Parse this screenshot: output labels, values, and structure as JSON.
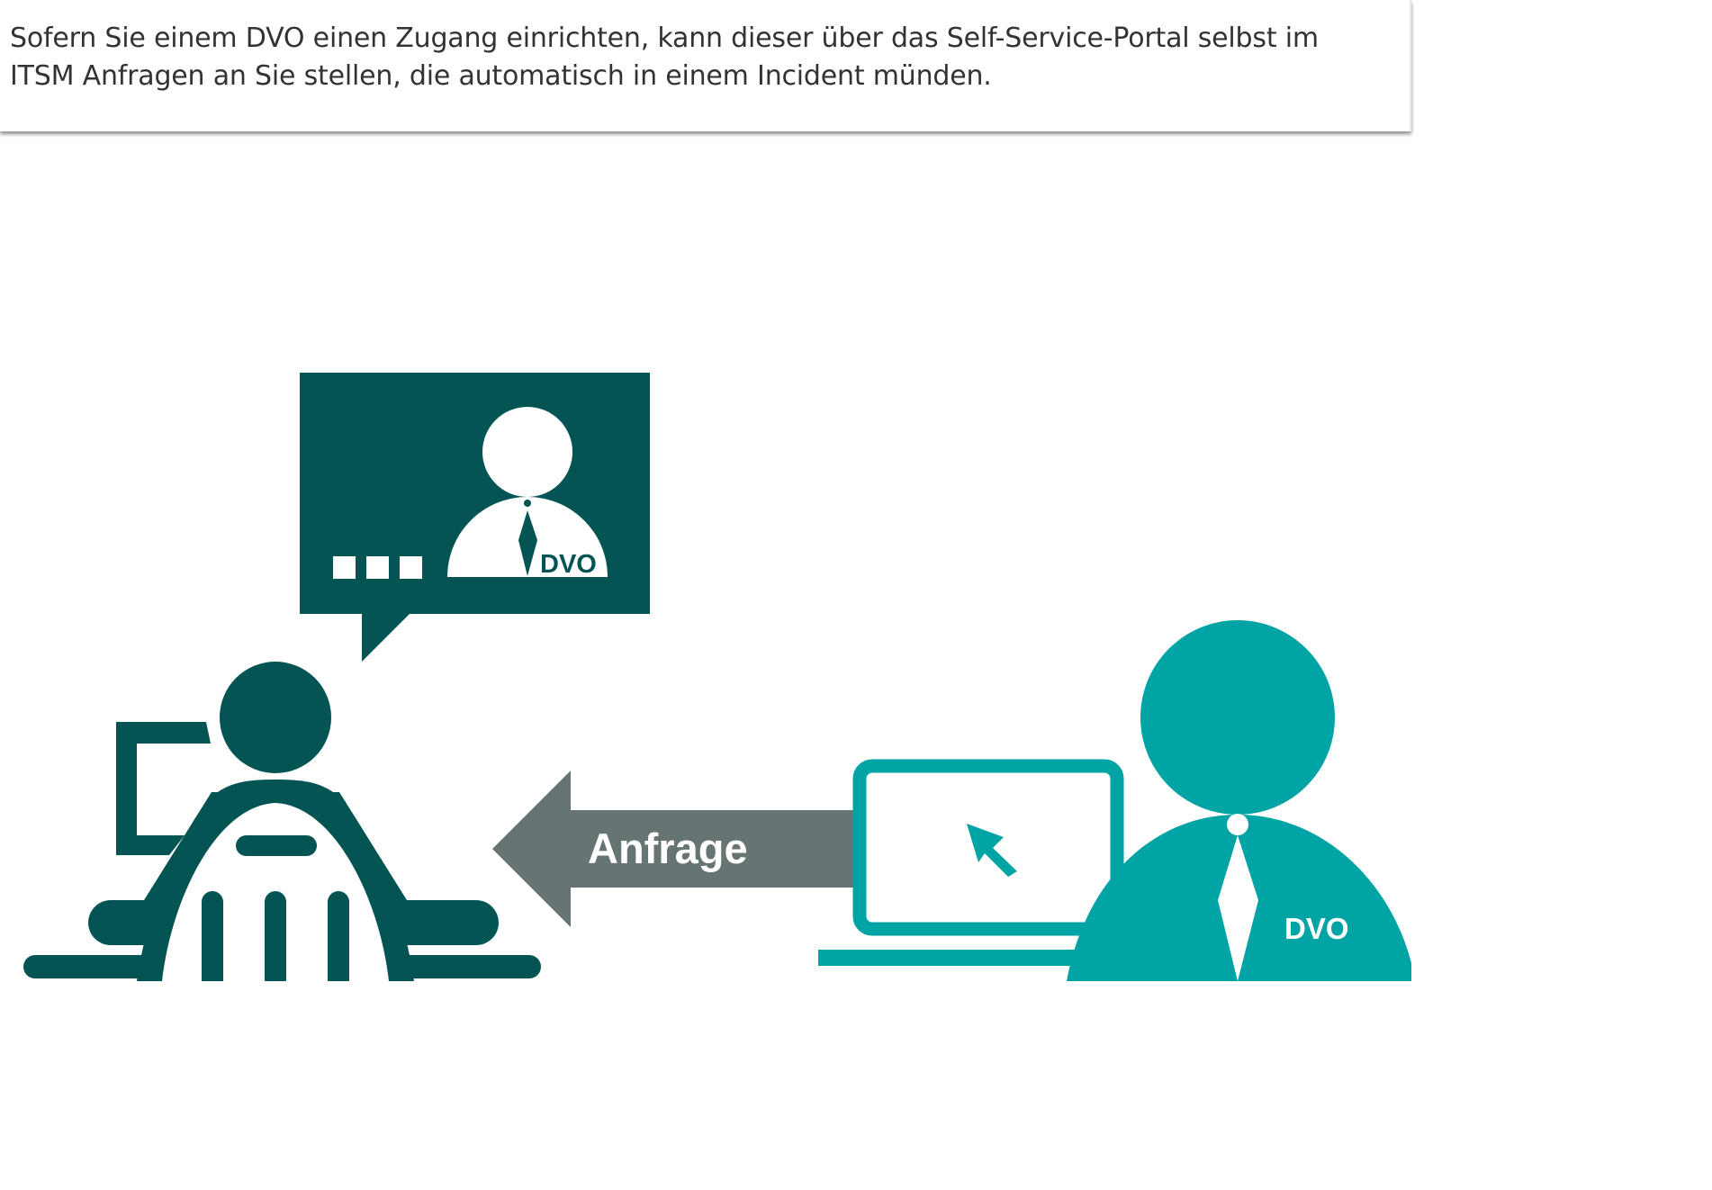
{
  "info": {
    "text": "Sofern Sie einem DVO einen Zugang einrichten, kann dieser über das Self-Service-Portal selbst im ITSM Anfragen an Sie stellen, die automatisch in einem Incident münden."
  },
  "diagram": {
    "arrow_label": "Anfrage",
    "bubble_badge": "DVO",
    "requester_badge": "DVO"
  },
  "colors": {
    "dark_teal": "#045454",
    "light_teal": "#00a4a4",
    "arrow_gray": "#667473",
    "text": "#333333"
  }
}
